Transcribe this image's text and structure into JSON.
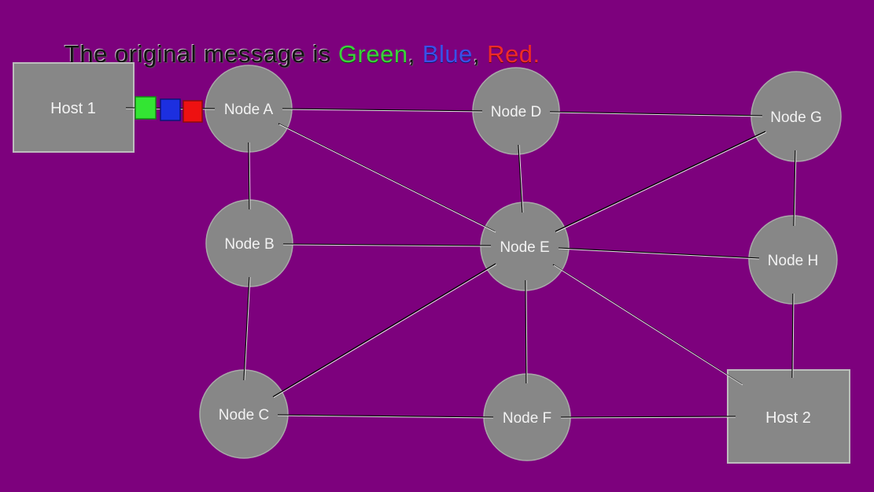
{
  "banner": {
    "segments": [
      {
        "text": "The original message is ",
        "color": "#121212"
      },
      {
        "text": "Green",
        "color": "#3bd13b"
      },
      {
        "text": ", ",
        "color": "#121212"
      },
      {
        "text": "Blue",
        "color": "#3a50e8"
      },
      {
        "text": ", ",
        "color": "#121212"
      },
      {
        "text": "Red.",
        "color": "#ee2a2a"
      }
    ]
  },
  "hosts": [
    {
      "id": "host-1",
      "label": "Host 1"
    },
    {
      "id": "host-2",
      "label": "Host 2"
    }
  ],
  "nodes": [
    {
      "id": "node-a",
      "label": "Node A"
    },
    {
      "id": "node-b",
      "label": "Node B"
    },
    {
      "id": "node-c",
      "label": "Node C"
    },
    {
      "id": "node-d",
      "label": "Node D"
    },
    {
      "id": "node-e",
      "label": "Node E"
    },
    {
      "id": "node-f",
      "label": "Node F"
    },
    {
      "id": "node-g",
      "label": "Node G"
    },
    {
      "id": "node-h",
      "label": "Node H"
    }
  ],
  "packets": [
    {
      "id": "packet-green",
      "color": "#33e533"
    },
    {
      "id": "packet-blue",
      "color": "#1c2fe0"
    },
    {
      "id": "packet-red",
      "color": "#ee1111"
    }
  ],
  "edges": [
    "host1-nodeA",
    "nodeA-nodeD",
    "nodeD-nodeG",
    "nodeA-nodeB",
    "nodeA-nodeE",
    "nodeD-nodeE",
    "nodeG-nodeE",
    "nodeG-nodeH",
    "nodeB-nodeE",
    "nodeE-nodeH",
    "nodeB-nodeC",
    "nodeE-nodeC",
    "nodeE-nodeF",
    "nodeE-host2",
    "nodeC-nodeF",
    "nodeF-host2",
    "nodeH-host2"
  ],
  "palette": {
    "background": "#7d017d",
    "node_fill": "#878787",
    "node_border": "#a9a9a9",
    "host_border": "#bdbdbd",
    "label_color": "#f2f2f2",
    "edge_dark": "#000000",
    "edge_light": "#e3e3e3"
  }
}
